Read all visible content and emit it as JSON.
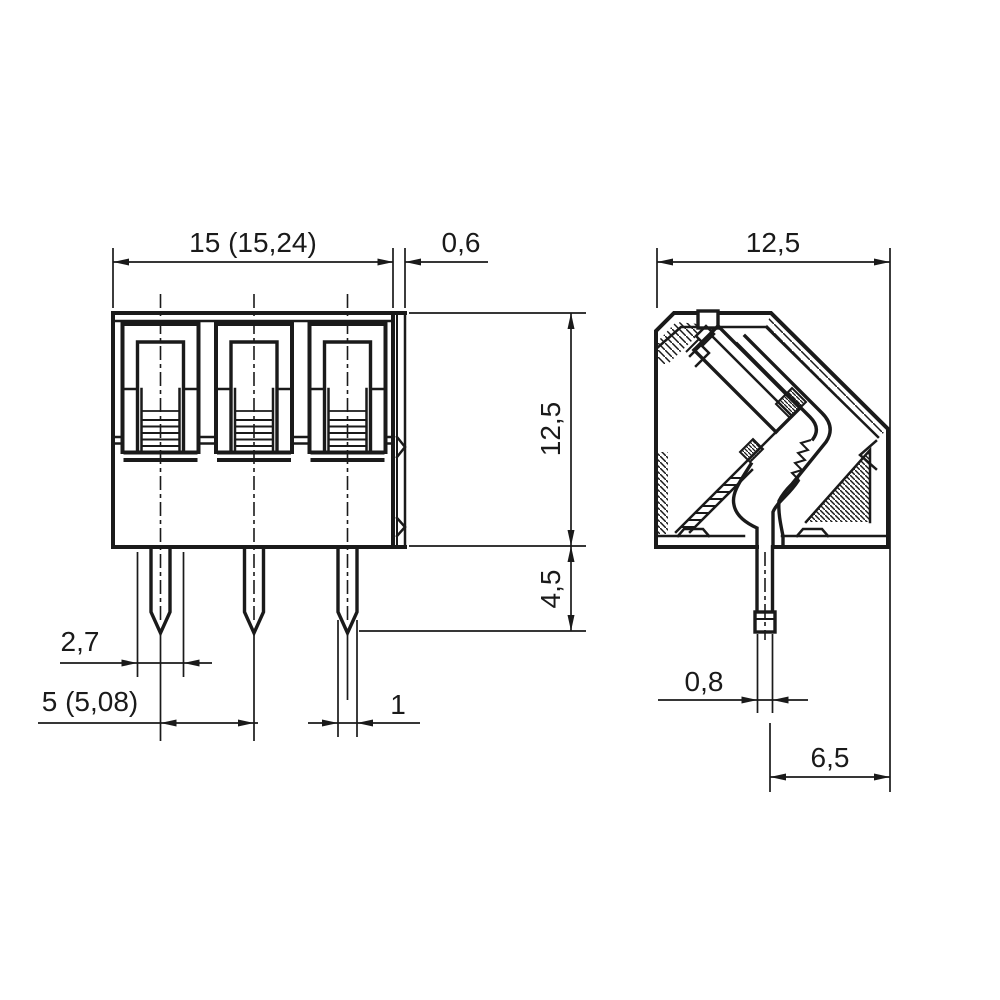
{
  "drawing": {
    "title": "terminal-block-dimension-drawing",
    "colors": {
      "ink": "#1a1a1a",
      "background": "#ffffff"
    },
    "views": {
      "front": {
        "dims": {
          "total_width": "15 (15,24)",
          "flange_offset": "0,6",
          "body_height": "12,5",
          "pin_length": "4,5",
          "clamp_opening": "2,7",
          "pin_pitch": "5 (5,08)",
          "pin_width": "1"
        }
      },
      "side": {
        "dims": {
          "depth": "12,5",
          "pin_thickness": "0,8",
          "pin_edge_distance": "6,5"
        }
      }
    }
  }
}
